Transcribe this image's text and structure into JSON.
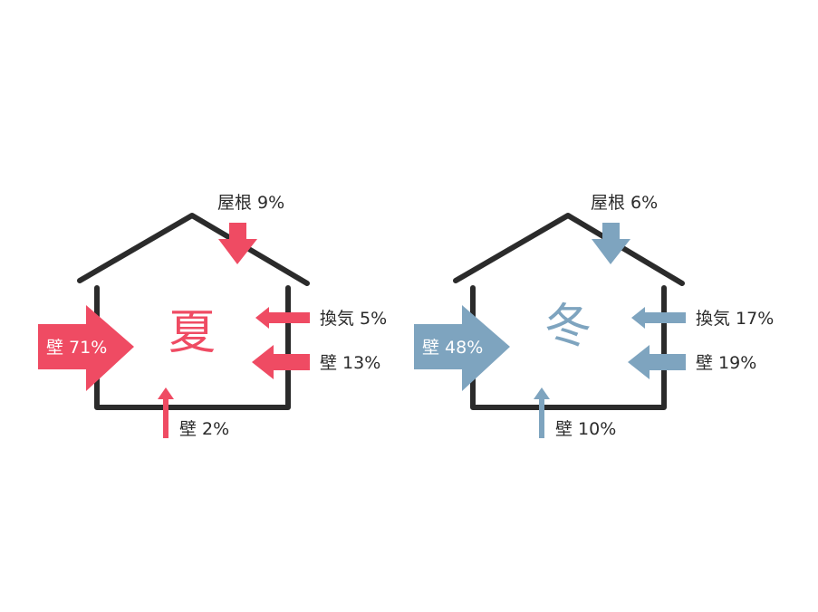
{
  "colors": {
    "summer": "#ef4b63",
    "winter": "#7ea4bf",
    "house_outline": "#2b2b2b"
  },
  "summer": {
    "season_label": "夏",
    "roof_label": "屋根 9%",
    "left_wall_label": "壁 71%",
    "ventilation_label": "換気 5%",
    "right_wall_label": "壁 13%",
    "floor_label": "壁 2%"
  },
  "winter": {
    "season_label": "冬",
    "roof_label": "屋根 6%",
    "left_wall_label": "壁 48%",
    "ventilation_label": "換気 17%",
    "right_wall_label": "壁 19%",
    "floor_label": "壁 10%"
  }
}
